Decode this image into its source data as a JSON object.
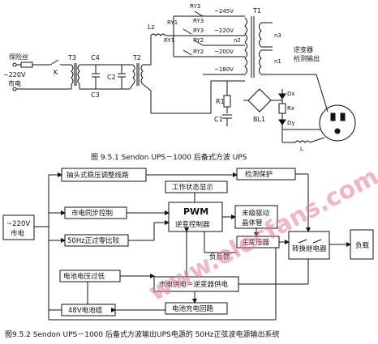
{
  "circuit": {
    "fuse_label": "保险丝",
    "mains_voltage": "~220V",
    "mains_label": "市电",
    "switch_k": "K",
    "t3": "T3",
    "c4": "C4",
    "c3": "C3",
    "c2": "C2",
    "t2": "T2",
    "lz": "Lz",
    "ry1a": "RY1",
    "ry1b": "RY1",
    "ry3a": "RY3",
    "ry3b": "RY3",
    "ry3c": "RY3",
    "ry2a": "RY2",
    "ry2b": "RY2",
    "v245": "~245V",
    "v220": "~220V",
    "v200": "~200V",
    "v180": "~180V",
    "n2": "n2",
    "n3": "n3",
    "n1": "n1",
    "t1": "T1",
    "inverter_out_1": "逆变器",
    "inverter_out_2": "检测输出",
    "r1": "R1",
    "c1": "C1",
    "bl1": "BL1",
    "dx": "Dx",
    "rx": "Rx",
    "dy": "Dy",
    "l_label": "L"
  },
  "caption1": "图 9.5.1   Sendon UPS－1000 后备式方波 UPS",
  "blocks": {
    "plug_regulator": "抽头式稳压调整线路",
    "detect": "检测保护",
    "status": "工作状态显示",
    "mains_sync": "市电同步控制",
    "pwm_title": "PWM",
    "pwm_sub": "逆变控制器",
    "driver_1": "末级驱动",
    "driver_2": "晶体管",
    "zero_cross": "50Hz正过零比较",
    "mains_in_1": "~220V",
    "mains_in_2": "市电",
    "main_transformer": "主变压器",
    "switch_relay": "转换继电器",
    "load": "负载",
    "feedback": "负反馈",
    "battery_protect": "电池电压过低",
    "supply_select": "市电供电＝逆变器供电",
    "battery": "48V电池组",
    "charge": "电池充电回路"
  },
  "caption2": "图9.5.2   Sendon UPS－1000 后备式方波输出UPS电源的 50Hz正弦波电源输出系统",
  "watermark": "www.elecfans.com"
}
